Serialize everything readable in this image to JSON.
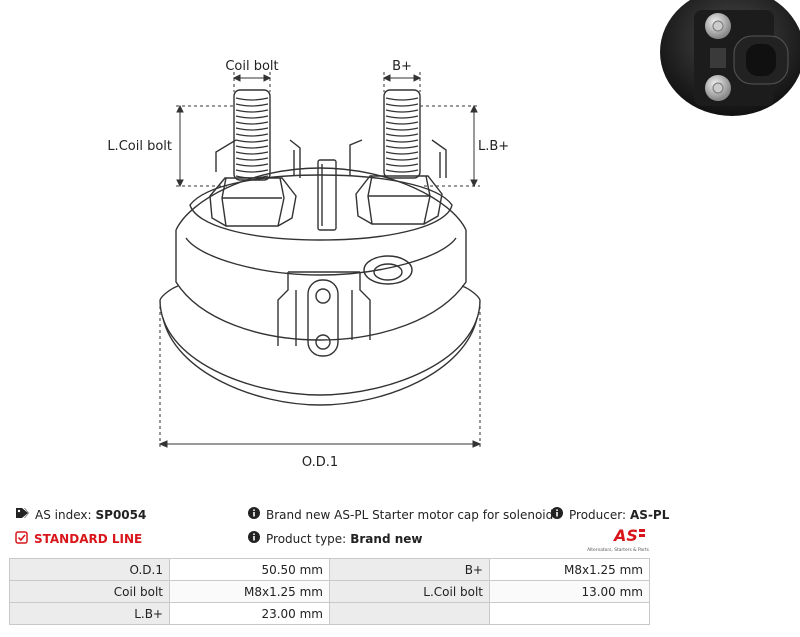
{
  "drawing": {
    "labels": {
      "coil_bolt": "Coil bolt",
      "b_plus": "B+",
      "l_coil_bolt": "L.Coil bolt",
      "l_b_plus": "L.B+",
      "od1": "O.D.1"
    }
  },
  "info": {
    "as_index_label": "AS index:",
    "as_index_value": "SP0054",
    "line": "STANDARD LINE",
    "description": "Brand new AS-PL Starter motor cap for solenoid",
    "product_type_label": "Product type:",
    "product_type_value": "Brand new",
    "producer_label": "Producer:",
    "producer_value": "AS-PL"
  },
  "logo": {
    "mark": "AS",
    "tagline": "Alternators, Starters & Parts",
    "color": "#d9161b"
  },
  "specs": [
    {
      "k1": "O.D.1",
      "v1": "50.50 mm",
      "k2": "B+",
      "v2": "M8x1.25 mm"
    },
    {
      "k1": "Coil bolt",
      "v1": "M8x1.25 mm",
      "k2": "L.Coil bolt",
      "v2": "13.00 mm"
    },
    {
      "k1": "L.B+",
      "v1": "23.00 mm",
      "k2": "",
      "v2": ""
    }
  ]
}
